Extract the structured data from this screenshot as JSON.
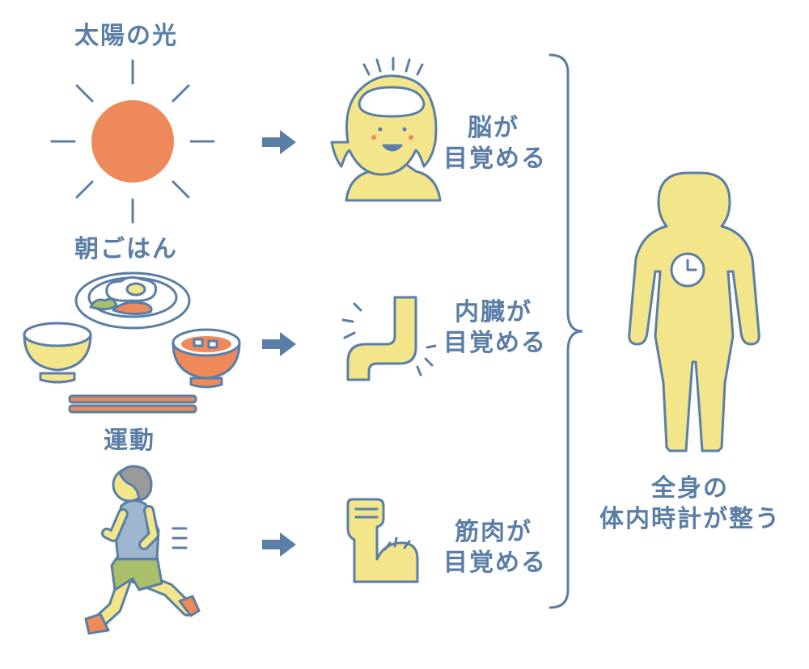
{
  "sources": [
    {
      "label": "太陽の光"
    },
    {
      "label": "朝ごはん"
    },
    {
      "label": "運動"
    }
  ],
  "effects": [
    {
      "line1": "脳が",
      "line2": "目覚める"
    },
    {
      "line1": "内臓が",
      "line2": "目覚める"
    },
    {
      "line1": "筋肉が",
      "line2": "目覚める"
    }
  ],
  "result": {
    "line1": "全身の",
    "line2": "体内時計が整う"
  },
  "colors": {
    "outline": "#5a7ea6",
    "skin": "#f3e58a",
    "orange": "#ee8a5a",
    "gray": "#9a9a9a",
    "shirt": "#9eb7cf",
    "shorts": "#a9bf6b"
  }
}
